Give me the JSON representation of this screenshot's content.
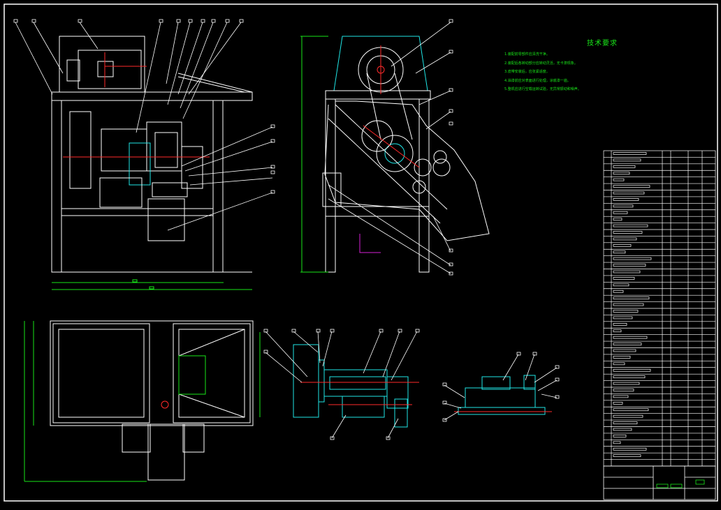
{
  "drawing": {
    "background": "#000000",
    "colors": {
      "frame": "#ffffff",
      "cyan": "#1fe6e6",
      "red": "#ff2a2a",
      "green": "#19e619",
      "magenta": "#d61fd6",
      "yellow": "#e6e619"
    }
  },
  "technical_requirements": {
    "title": "技术要求",
    "lines": [
      "1.装配前零部件应清洗干净。",
      "2.装配后各转动部分应转动灵活，无卡滞现象。",
      "3.皮带安装后，应张紧适度。",
      "4.油漆前应对表面进行处理，涂底漆一遍。",
      "5.整机应进行空载运转试验，无异常振动和噪声。"
    ]
  },
  "parts_list": {
    "rows": 48
  },
  "title_block": {
    "cells": 12
  }
}
